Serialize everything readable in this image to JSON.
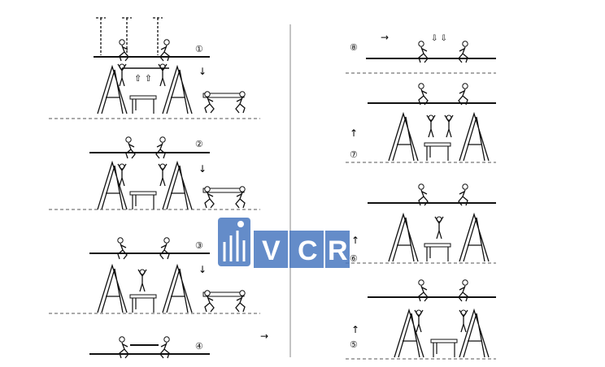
{
  "steps": [
    {
      "id": 1,
      "label": "①"
    },
    {
      "id": 2,
      "label": "②"
    },
    {
      "id": 3,
      "label": "③"
    },
    {
      "id": 4,
      "label": "④"
    },
    {
      "id": 5,
      "label": "⑤"
    },
    {
      "id": 6,
      "label": "⑥"
    },
    {
      "id": 7,
      "label": "⑦"
    },
    {
      "id": 8,
      "label": "⑧"
    }
  ],
  "watermark": {
    "text": "VCR",
    "letters": [
      "V",
      "C",
      "R"
    ],
    "color": "#4a78c0"
  },
  "colors": {
    "line": "#111111",
    "ground": "#555555",
    "divider": "#888888"
  }
}
